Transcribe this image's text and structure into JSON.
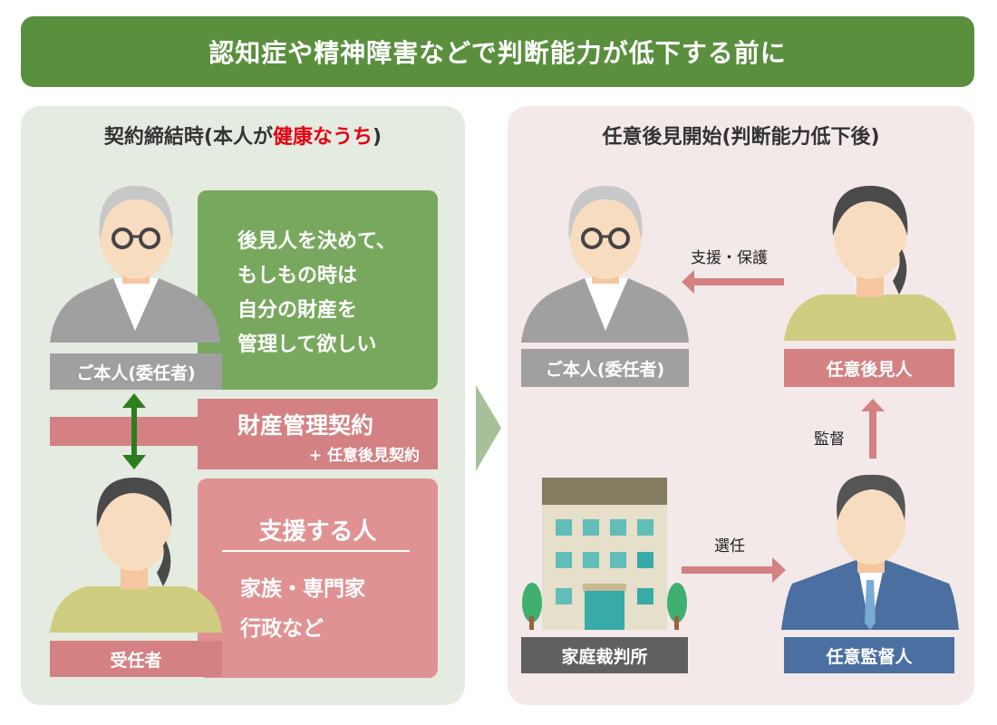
{
  "title": "認知症や精神障害などで判断能力が低下する前に",
  "left": {
    "heading_prefix": "契約締結時(本人が",
    "heading_highlight": "健康なうち",
    "heading_suffix": ")",
    "principal_label": "ご本人(委任者)",
    "wish_lines": [
      "後見人を決めて、",
      "もしもの時は",
      "自分の財産を",
      "管理して欲しい"
    ],
    "contract_main": "財産管理契約",
    "contract_sub": "+ 任意後見契約",
    "agent_label": "受任者",
    "supporter_title": "支援する人",
    "supporter_lines": [
      "家族・専門家",
      "行政など"
    ]
  },
  "right": {
    "heading": "任意後見開始(判断能力低下後)",
    "principal_label": "ご本人(委任者)",
    "support_label": "支援・保護",
    "guardian_label": "任意後見人",
    "supervise_label": "監督",
    "court_label": "家庭裁判所",
    "appoint_label": "選任",
    "supervisor_label": "任意監督人"
  },
  "colors": {
    "title": "#5a8f3e",
    "highlight": "#e60012",
    "pink": "#d38183",
    "blue": "#4a6fa0",
    "gray": "#a0a0a0"
  }
}
